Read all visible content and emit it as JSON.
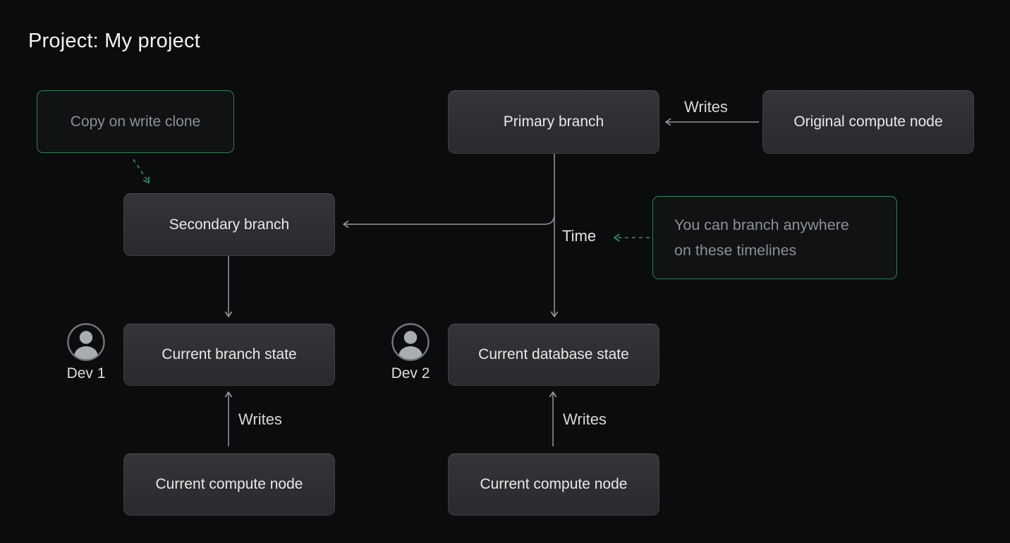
{
  "page": {
    "title": "Project: My project"
  },
  "colors": {
    "background": "#0b0c0e",
    "node_fill_top": "#333538",
    "node_fill_bottom": "#282a2d",
    "node_border": "#3d4045",
    "green_border": "#2e8159",
    "green_dash": "#2b9a66",
    "arrow_gray": "#94979b",
    "text_primary": "#e8e9ea",
    "text_muted": "#8d9095"
  },
  "nodes": {
    "copy_on_write_clone": {
      "label": "Copy on write clone"
    },
    "primary_branch": {
      "label": "Primary branch"
    },
    "original_compute_node": {
      "label": "Original compute node"
    },
    "secondary_branch": {
      "label": "Secondary branch"
    },
    "note": {
      "line1": "You can branch anywhere",
      "line2": "on these timelines"
    },
    "current_branch_state": {
      "label": "Current branch state"
    },
    "current_database_state": {
      "label": "Current database state"
    },
    "current_compute_node_left": {
      "label": "Current compute node"
    },
    "current_compute_node_right": {
      "label": "Current compute node"
    }
  },
  "labels": {
    "writes_top": "Writes",
    "time": "Time",
    "writes_left": "Writes",
    "writes_right": "Writes",
    "dev1": "Dev 1",
    "dev2": "Dev 2"
  },
  "icons": {
    "dev1": "user-avatar-icon",
    "dev2": "user-avatar-icon"
  }
}
